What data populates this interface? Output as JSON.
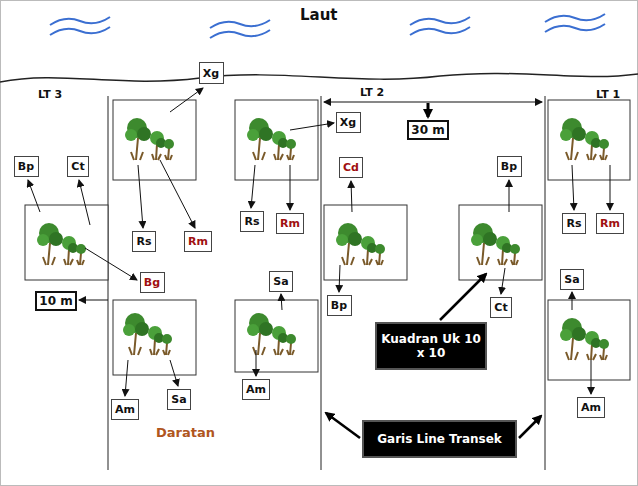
{
  "diagram": {
    "nodes": [
      {
        "text": [
          "Xg"
        ]
      },
      {
        "text": [
          "Xg"
        ]
      },
      {
        "text": [
          "30 m"
        ]
      },
      {
        "text": [
          "Bp"
        ]
      },
      {
        "text": [
          "Ct"
        ]
      },
      {
        "text": [
          "Cd"
        ]
      },
      {
        "text": [
          "Bp"
        ]
      },
      {
        "text": [
          "Rs"
        ]
      },
      {
        "text": [
          "Rm"
        ]
      },
      {
        "text": [
          "Rs"
        ]
      },
      {
        "text": [
          "Rm"
        ]
      },
      {
        "text": [
          "Rs"
        ]
      },
      {
        "text": [
          "Rm"
        ]
      },
      {
        "text": [
          "Sa"
        ]
      },
      {
        "text": [
          "Sa"
        ]
      },
      {
        "text": [
          "Bg"
        ]
      },
      {
        "text": [
          "10 m"
        ]
      },
      {
        "text": [
          "Bp"
        ]
      },
      {
        "text": [
          "Ct"
        ]
      },
      {
        "text": [
          "Kuadran Uk 10 x 10"
        ]
      },
      {
        "text": [
          "Sa"
        ]
      },
      {
        "text": [
          "Am"
        ]
      },
      {
        "text": [
          "Am"
        ]
      },
      {
        "text": [
          "Am"
        ]
      },
      {
        "text": [
          "Garis Line Transek"
        ]
      }
    ],
    "labels": [
      "Laut",
      "LT 3",
      "LT 2",
      "LT 1",
      "Daratan"
    ]
  }
}
